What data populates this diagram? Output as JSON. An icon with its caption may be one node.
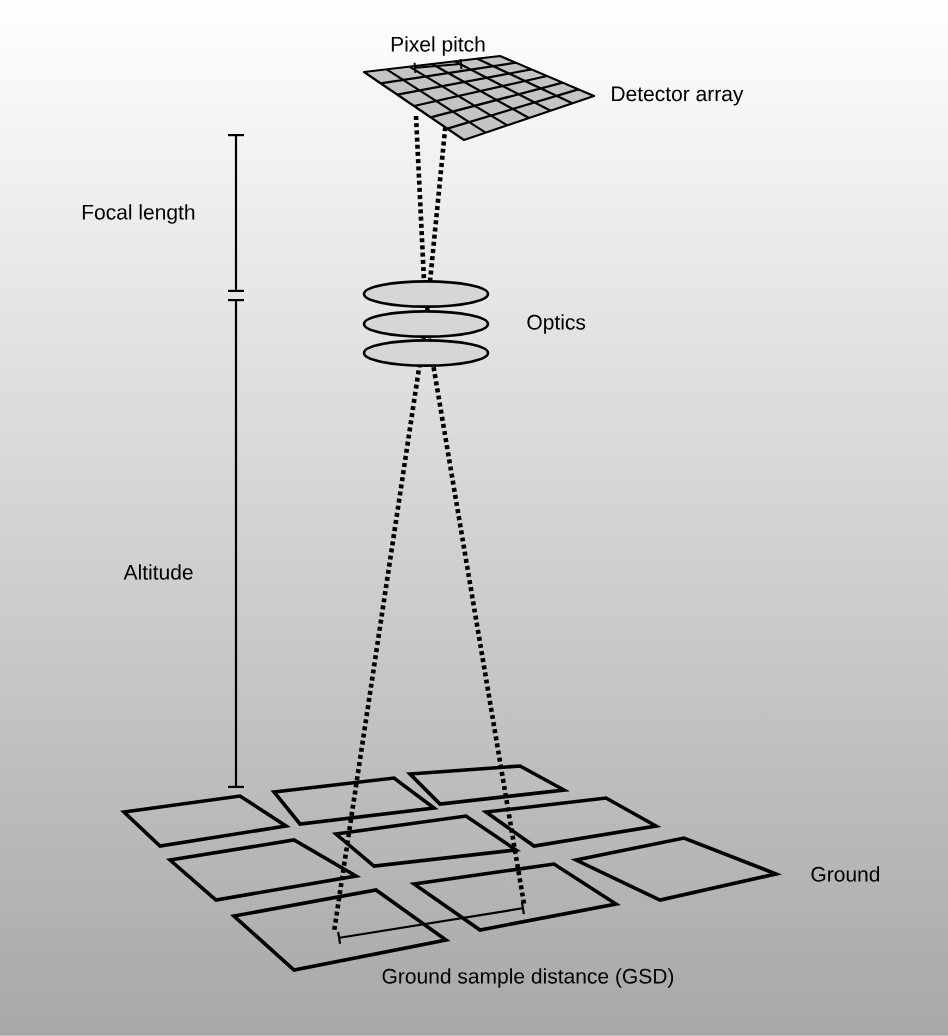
{
  "diagram": {
    "labels": [
      "Pixel pitch",
      "Detector array",
      "Focal length",
      "Optics",
      "Altitude",
      "Ground",
      "Ground sample distance (GSD)"
    ]
  }
}
